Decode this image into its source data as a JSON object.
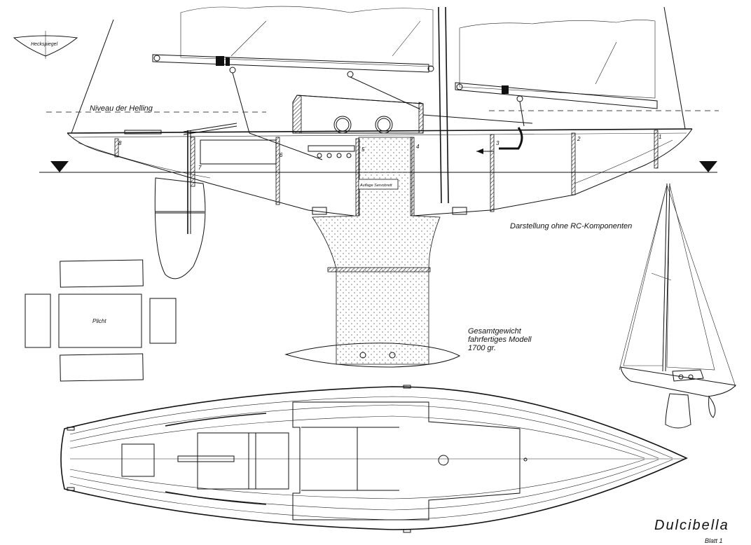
{
  "labels": {
    "stern_panel": "Heckspiegel",
    "slipway_level": "Niveau der Helling",
    "servo_board": "Auflage Servobrett",
    "representation": "Darstellung ohne RC-Komponenten",
    "cockpit": "Plicht",
    "weight_line1": "Gesamtgewicht",
    "weight_line2": "fahrfertiges Modell",
    "weight_line3": "1700 gr.",
    "title": "Dulcibella",
    "sheet": "Blatt 1"
  },
  "frame_numbers": [
    "1",
    "2",
    "3",
    "4",
    "5",
    "6",
    "7",
    "8"
  ]
}
